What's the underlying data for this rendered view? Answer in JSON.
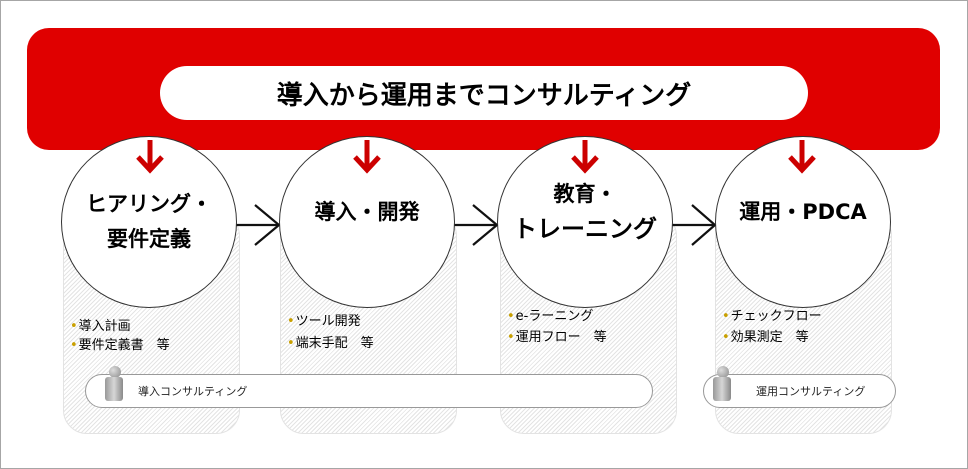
{
  "title": "導入から運用までコンサルティング",
  "steps": [
    {
      "label_lines": [
        "ヒアリング・",
        "要件定義"
      ],
      "bullets": [
        "導入計画",
        "要件定義書　等"
      ]
    },
    {
      "label_lines": [
        "導入・開発"
      ],
      "bullets": [
        "ツール開発",
        "端末手配　等"
      ]
    },
    {
      "label_lines": [
        "教育・",
        "トレーニング"
      ],
      "bullets": [
        "e-ラーニング",
        "運用フロー　等"
      ]
    },
    {
      "label_lines": [
        "運用・PDCA"
      ],
      "bullets": [
        "チェックフロー",
        "効果測定　等"
      ]
    }
  ],
  "consulting": {
    "intro": "導入コンサルティング",
    "operation": "運用コンサルティング"
  },
  "colors": {
    "banner": "#e00000",
    "bullet": "#c9a000"
  }
}
